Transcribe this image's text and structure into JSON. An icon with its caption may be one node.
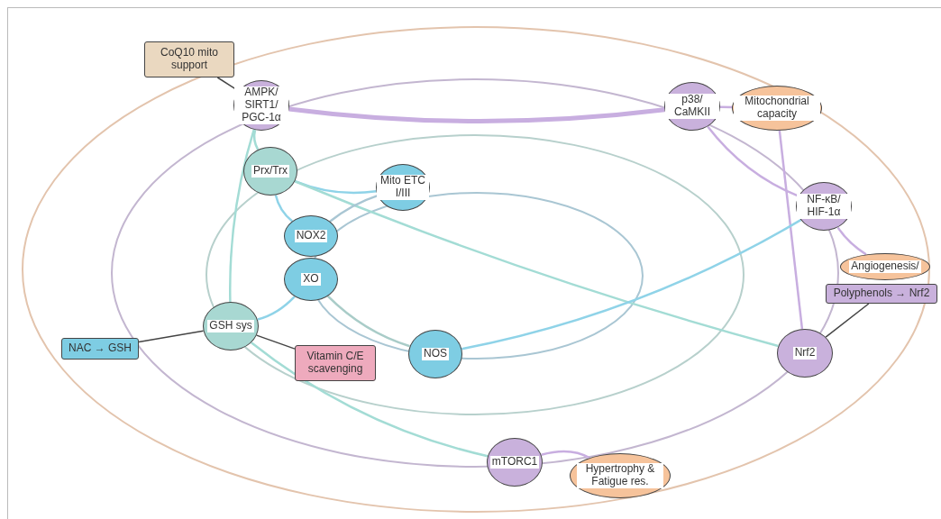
{
  "diagram": {
    "nodes": [
      {
        "text": [
          "CoQ10 mito support"
        ]
      },
      {
        "text": [
          "AMPK/ SIRT1/ PGC-1α"
        ]
      },
      {
        "text": [
          "Prx/Trx"
        ]
      },
      {
        "text": [
          "Mito ETC I/III"
        ]
      },
      {
        "text": [
          "NOX2"
        ]
      },
      {
        "text": [
          "XO"
        ]
      },
      {
        "text": [
          "GSH sys"
        ]
      },
      {
        "text": [
          "NAC → GSH"
        ]
      },
      {
        "text": [
          "Vitamin C/E scavenging"
        ]
      },
      {
        "text": [
          "NOS"
        ]
      },
      {
        "text": [
          "p38/ CaMKII"
        ]
      },
      {
        "text": [
          "Mitochondrial capacity"
        ]
      },
      {
        "text": [
          "NF-κB/ HIF-1α"
        ]
      },
      {
        "text": [
          "Angiogenesis/"
        ]
      },
      {
        "text": [
          "Polyphenols → Nrf2"
        ]
      },
      {
        "text": [
          "Nrf2"
        ]
      },
      {
        "text": [
          "mTORC1"
        ]
      },
      {
        "text": [
          "Hypertrophy & Fatigue res."
        ]
      }
    ],
    "edges": [
      {
        "from": 0,
        "to": 1,
        "arrow": "none",
        "color": "#444444"
      },
      {
        "from": 1,
        "to": 10,
        "arrow": "none",
        "style": "thick",
        "color": "#c8aee0"
      },
      {
        "from": 10,
        "to": 11,
        "arrow": "none",
        "color": "#c8aee0"
      },
      {
        "from": 10,
        "to": 12,
        "arrow": "none",
        "color": "#c8aee0"
      },
      {
        "from": 11,
        "to": 15,
        "arrow": "none",
        "color": "#c8aee0"
      },
      {
        "from": 12,
        "to": 13,
        "arrow": "none",
        "color": "#c8aee0"
      },
      {
        "from": 14,
        "to": 15,
        "arrow": "none",
        "color": "#444444"
      },
      {
        "from": 16,
        "to": 17,
        "arrow": "none",
        "color": "#c8aee0"
      },
      {
        "from": 1,
        "to": 2,
        "arrow": "none",
        "color": "#a3dcd5"
      },
      {
        "from": 1,
        "to": 6,
        "arrow": "none",
        "color": "#a3dcd5"
      },
      {
        "from": 2,
        "to": 4,
        "arrow": "none",
        "color": "#8fd3e8"
      },
      {
        "from": 2,
        "to": 3,
        "arrow": "none",
        "color": "#8fd3e8"
      },
      {
        "from": 2,
        "to": 15,
        "arrow": "none",
        "color": "#a3dcd5"
      },
      {
        "from": 3,
        "to": 4,
        "arrow": "none",
        "color": "#a9c6d3"
      },
      {
        "from": 5,
        "to": 6,
        "arrow": "none",
        "color": "#8fd3e8"
      },
      {
        "from": 5,
        "to": 9,
        "arrow": "none",
        "color": "#a9ccc8"
      },
      {
        "from": 6,
        "to": 16,
        "arrow": "none",
        "color": "#a3dcd5"
      },
      {
        "from": 9,
        "to": 12,
        "arrow": "none",
        "color": "#8fd3e8"
      },
      {
        "from": 7,
        "to": 6,
        "arrow": "none",
        "color": "#444444"
      },
      {
        "from": 6,
        "to": 8,
        "arrow": "none",
        "color": "#444444"
      }
    ]
  }
}
